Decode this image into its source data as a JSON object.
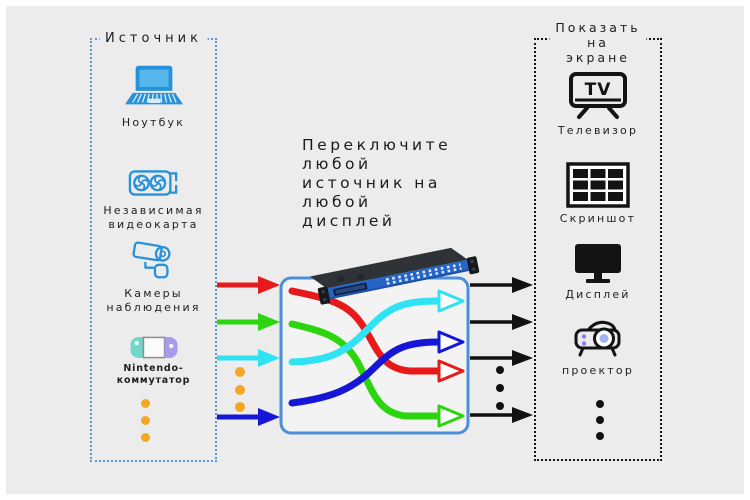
{
  "colors": {
    "red": "#e8191a",
    "green": "#2cd60f",
    "cyan": "#31e2f2",
    "blue": "#1617d6",
    "orange": "#f5a623",
    "black": "#111111",
    "box_border": "#4a90d9",
    "sources_border": "#5b9bd5",
    "icon_blue": "#2792d9",
    "device_panel_blue": "#2565c8"
  },
  "sources_panel": {
    "title": "Источник",
    "items": [
      {
        "label": "Ноутбук",
        "icon": "laptop-icon"
      },
      {
        "label": "Независимая видеокарта",
        "icon": "gpu-icon"
      },
      {
        "label": "Камеры наблюдения",
        "icon": "cctv-camera-icon"
      },
      {
        "label": "Nintendo-коммутатор",
        "icon": "nintendo-switch-icon"
      }
    ]
  },
  "center": {
    "headline_lines": [
      "Переключите",
      "любой",
      "источник на",
      "любой",
      "дисплей"
    ]
  },
  "displays_panel": {
    "title_lines": [
      "Показать",
      "на",
      "экране"
    ],
    "items": [
      {
        "label": "Телевизор",
        "icon": "tv-icon",
        "icon_text": "TV"
      },
      {
        "label": "Скриншот",
        "icon": "video-wall-icon"
      },
      {
        "label": "Дисплей",
        "icon": "monitor-icon"
      },
      {
        "label": "проектор",
        "icon": "projector-icon"
      }
    ]
  }
}
